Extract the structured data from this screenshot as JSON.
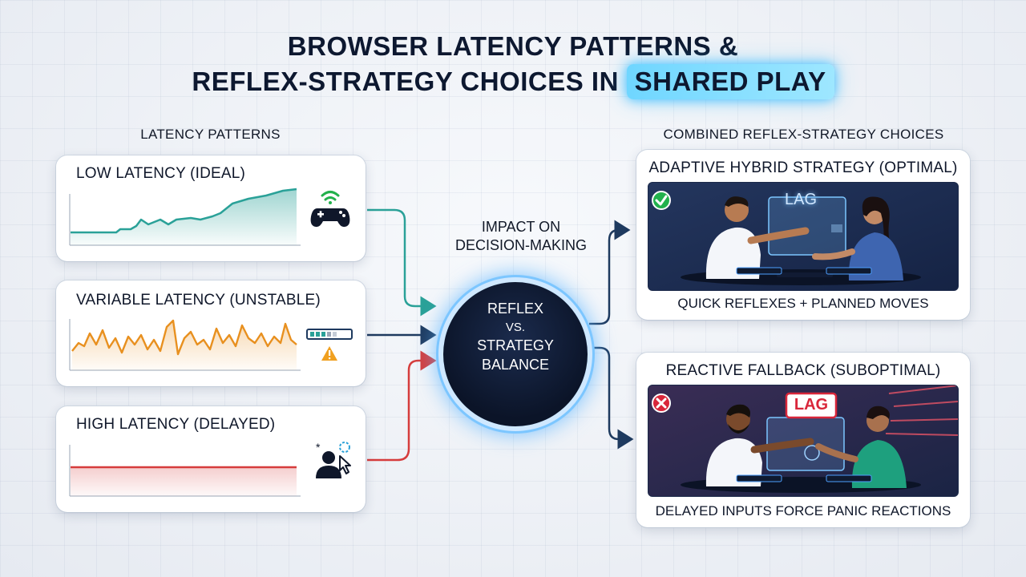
{
  "title": {
    "line1": "Browser Latency Patterns &",
    "line2_prefix": "Reflex-Strategy Choices in",
    "line2_highlight": "Shared Play"
  },
  "left_section_label": "Latency Patterns",
  "right_section_label": "Combined Reflex-Strategy Choices",
  "latency_cards": [
    {
      "title": "Low Latency (Ideal)",
      "color": "#2aa198"
    },
    {
      "title": "Variable Latency (Unstable)",
      "color": "#e8901f"
    },
    {
      "title": "High Latency (Delayed)",
      "color": "#d63c3c"
    }
  ],
  "center": {
    "impact_line1": "Impact on",
    "impact_line2": "Decision-Making",
    "hub_line1": "Reflex",
    "hub_line2": "vs.",
    "hub_line3": "Strategy",
    "hub_line4": "Balance"
  },
  "outcome_cards": [
    {
      "title": "Adaptive Hybrid Strategy (Optimal)",
      "screen_label": "LAG",
      "caption": "Quick Reflexes + Planned Moves",
      "status_icon": "check-icon",
      "status_color": "#22b14c"
    },
    {
      "title": "Reactive Fallback (Suboptimal)",
      "screen_label": "LAG",
      "caption": "Delayed Inputs Force Panic Reactions",
      "status_icon": "x-icon",
      "status_color": "#d9263a"
    }
  ],
  "colors": {
    "teal": "#2aa198",
    "orange": "#e8901f",
    "red": "#d63c3c",
    "navy": "#1e3a5f",
    "check_green": "#22b14c",
    "error_red": "#d9263a"
  }
}
